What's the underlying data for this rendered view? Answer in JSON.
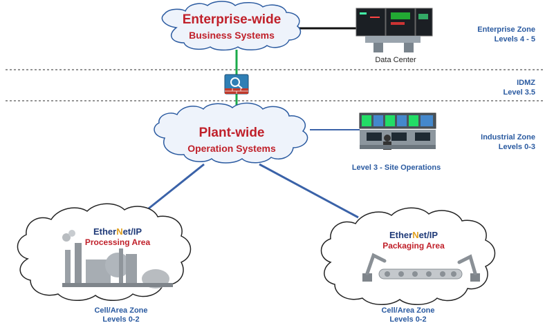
{
  "enterprise_cloud": {
    "title": "Enterprise-wide",
    "subtitle": "Business Systems"
  },
  "plant_cloud": {
    "title": "Plant-wide",
    "subtitle": "Operation Systems"
  },
  "data_center": {
    "label": "Data Center"
  },
  "site_operations": {
    "label": "Level 3 - Site Operations"
  },
  "zones": {
    "enterprise": {
      "name": "Enterprise Zone",
      "levels": "Levels 4 - 5"
    },
    "idmz": {
      "name": "IDMZ",
      "levels": "Level 3.5"
    },
    "industrial": {
      "name": "Industrial Zone",
      "levels": "Levels 0-3"
    }
  },
  "processing_cloud": {
    "brand_a": "Ether",
    "brand_n": "N",
    "brand_b": "et/IP",
    "area": "Processing Area",
    "zone_name": "Cell/Area Zone",
    "zone_levels": "Levels 0-2"
  },
  "packaging_cloud": {
    "brand_a": "Ether",
    "brand_n": "N",
    "brand_b": "et/IP",
    "area": "Packaging Area",
    "zone_name": "Cell/Area Zone",
    "zone_levels": "Levels 0-2"
  },
  "colors": {
    "brand_red": "#c0202a",
    "zone_blue": "#2a5aa0",
    "link_blue": "#3a62a8",
    "link_green": "#1aaa4a",
    "link_black": "#111111"
  }
}
